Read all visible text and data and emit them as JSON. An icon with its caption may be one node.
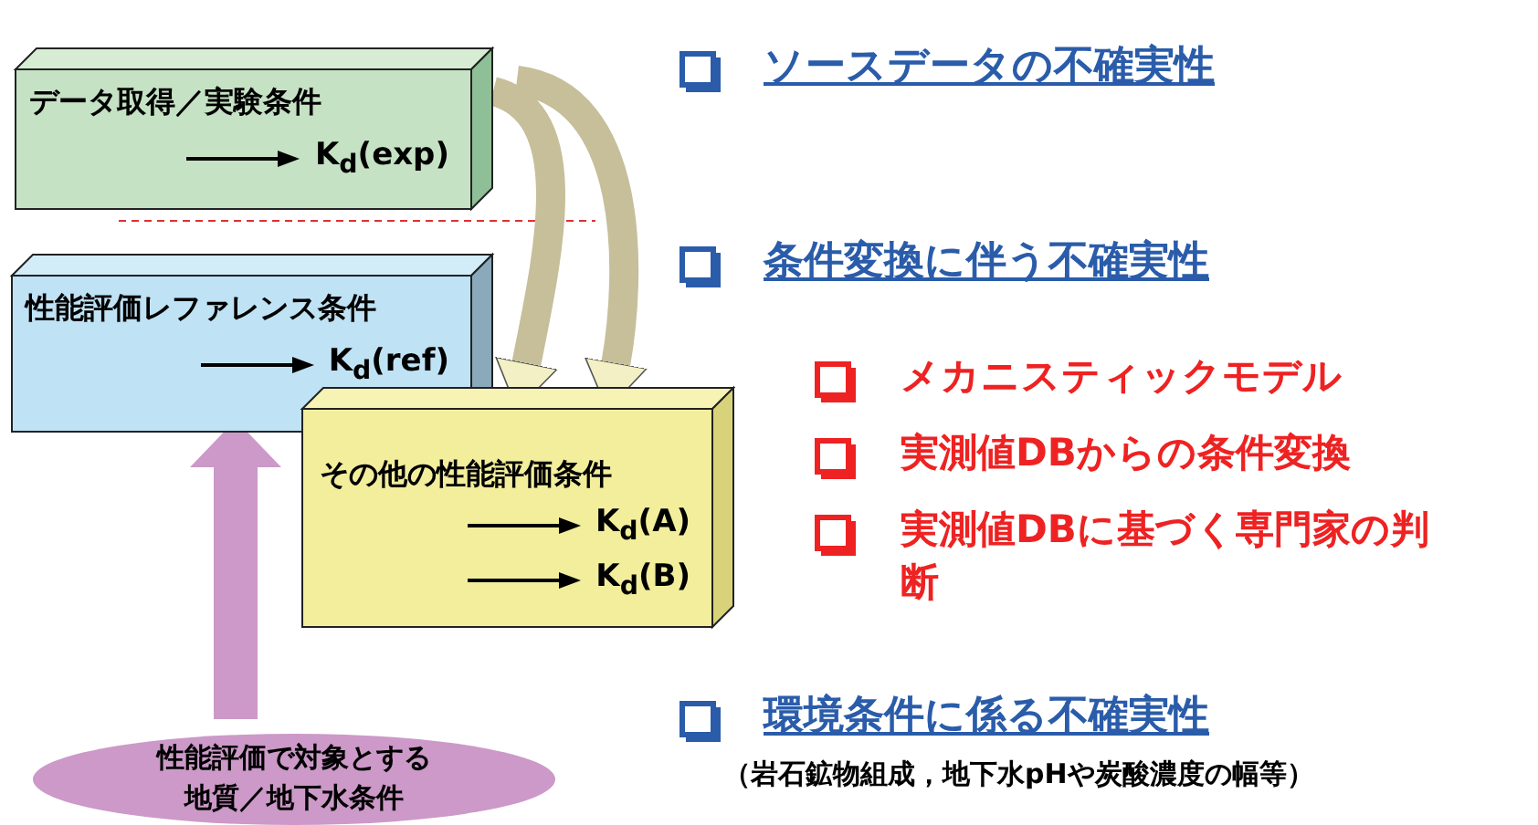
{
  "diagram": {
    "nodes": [
      {
        "text": [
          "データ取得／実験条件",
          "K$_{d}$(exp)"
        ]
      },
      {
        "text": [
          "性能評価レファレンス条件",
          "K$_{d}$(ref)"
        ]
      },
      {
        "text": [
          "その他の性能評価条件",
          "K$_{d}$(A)",
          "K$_{d}$(B)"
        ]
      },
      {
        "text": [
          "性能評価で対象とする地質／地下水条件"
        ]
      }
    ],
    "edges": [
      {
        "from": 0,
        "to": 1,
        "arrow": "to"
      },
      {
        "from": 0,
        "to": 2,
        "arrow": "to"
      },
      {
        "from": 3,
        "to": 1,
        "arrow": "to",
        "color": "#cc99c8"
      }
    ],
    "labels": [
      "ソースデータの不確実性",
      "条件変換に伴う不確実性",
      "メカニスティックモデル",
      "実測値DBからの条件変換",
      "実測値DBに基づく専門家の判断",
      "環境条件に係る不確実性",
      "（岩石鉱物組成，地下水pHや炭酸濃度の幅等）"
    ]
  }
}
